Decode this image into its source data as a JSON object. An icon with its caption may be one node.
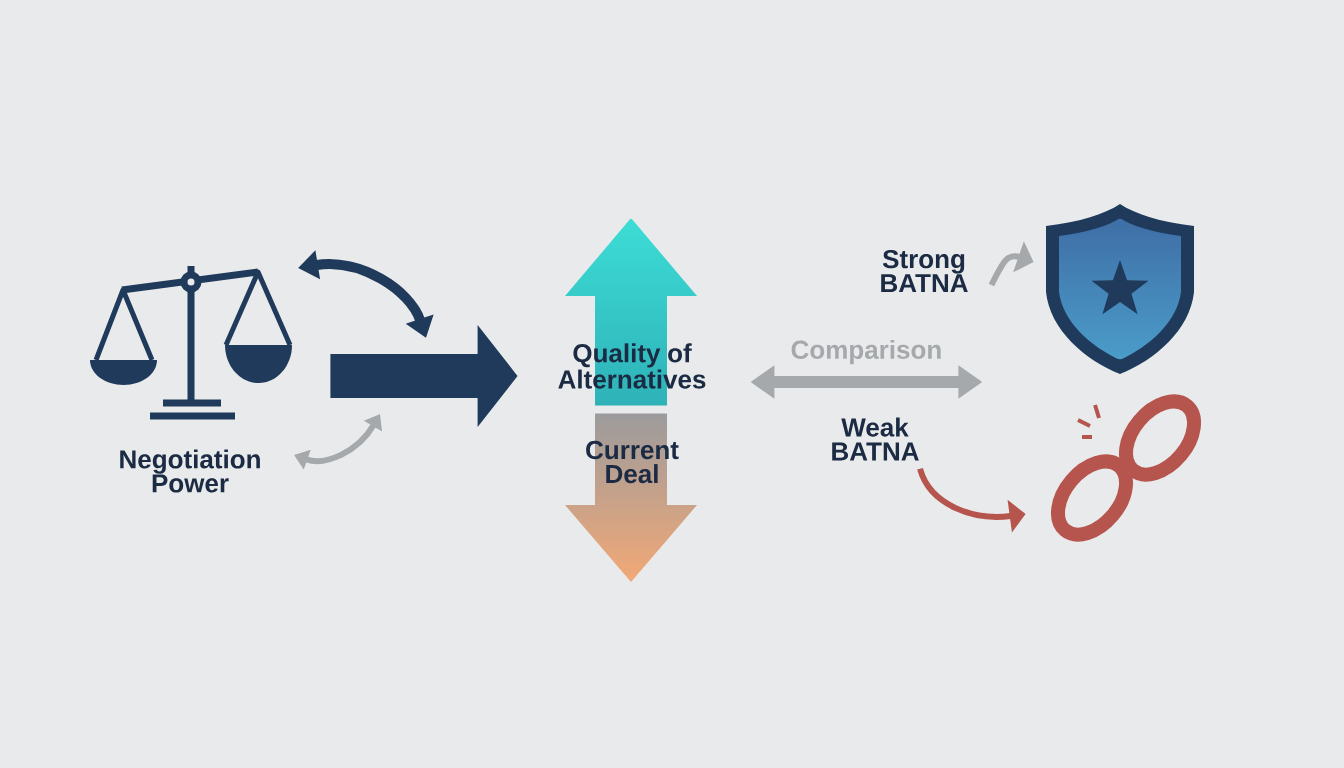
{
  "diagram": {
    "nodes": [
      {
        "text": [],
        "shape": "picture"
      },
      {
        "text": [
          "Negotiation Power"
        ]
      },
      {
        "text": [
          "Quality of Alternatives"
        ]
      },
      {
        "text": [
          "Current Deal"
        ]
      },
      {
        "text": [
          "Strong BATNA"
        ]
      },
      {
        "text": [],
        "shape": "picture"
      },
      {
        "text": [
          "Weak BATNA"
        ]
      },
      {
        "text": [],
        "shape": "picture"
      }
    ],
    "edges": [
      {
        "from": 0,
        "to": 2,
        "arrow": "to",
        "style": "thick",
        "color": "#1f3a5a"
      },
      {
        "from": 2,
        "to": null,
        "arrow": "both",
        "label": "Comparison",
        "style": "thick",
        "color": "#a5a9ac"
      },
      {
        "from": 4,
        "to": 5,
        "arrow": "to",
        "color": "#a5a9ac"
      },
      {
        "from": 6,
        "to": 7,
        "arrow": "to",
        "color": "#b5554e"
      }
    ]
  }
}
